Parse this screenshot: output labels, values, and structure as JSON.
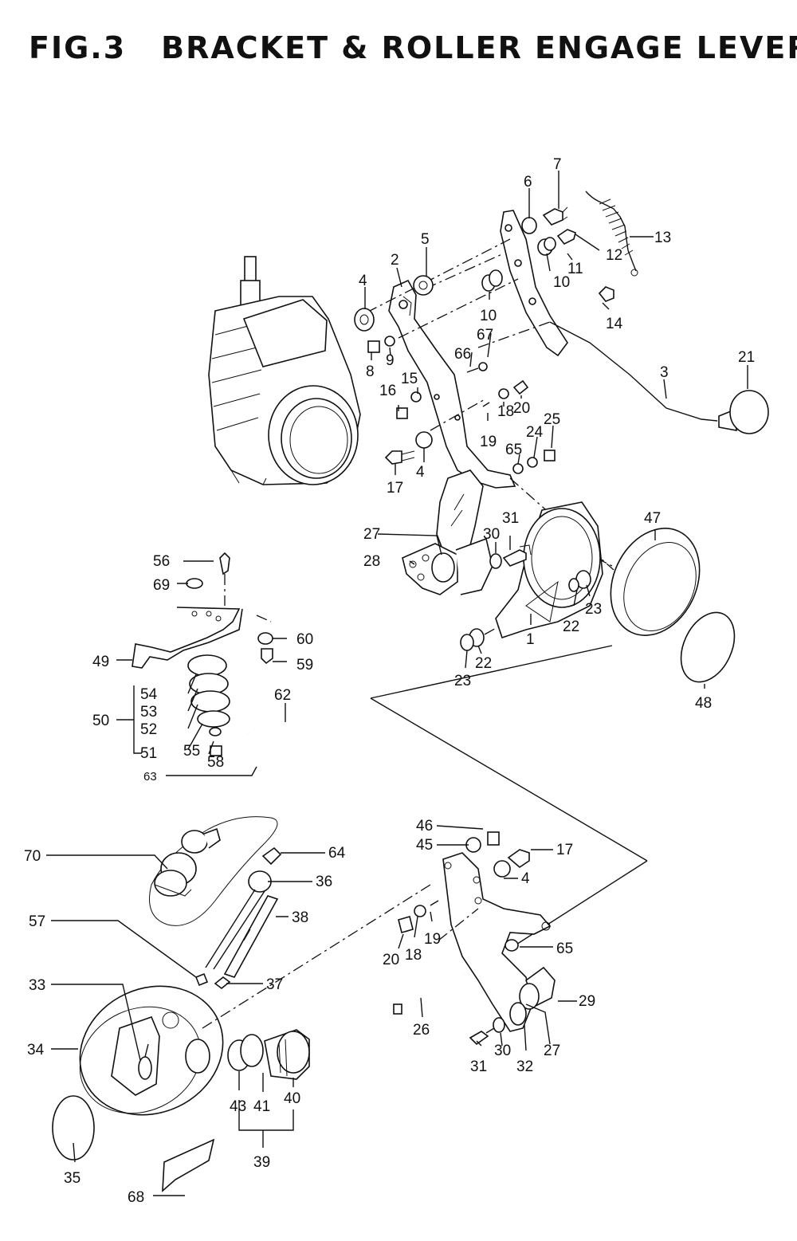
{
  "title": {
    "fig": "FIG.3",
    "name": "BRACKET & ROLLER ENGAGE LEVER"
  },
  "callouts": [
    {
      "id": "c7",
      "text": "7"
    },
    {
      "id": "c6",
      "text": "6"
    },
    {
      "id": "c13",
      "text": "13"
    },
    {
      "id": "c12",
      "text": "12"
    },
    {
      "id": "c11",
      "text": "11"
    },
    {
      "id": "c10a",
      "text": "10"
    },
    {
      "id": "c5",
      "text": "5"
    },
    {
      "id": "c2",
      "text": "2"
    },
    {
      "id": "c4a",
      "text": "4"
    },
    {
      "id": "c10b",
      "text": "10"
    },
    {
      "id": "c14",
      "text": "14"
    },
    {
      "id": "c8",
      "text": "8"
    },
    {
      "id": "c9",
      "text": "9"
    },
    {
      "id": "c67",
      "text": "67"
    },
    {
      "id": "c66",
      "text": "66"
    },
    {
      "id": "c15",
      "text": "15"
    },
    {
      "id": "c16",
      "text": "16"
    },
    {
      "id": "c21",
      "text": "21"
    },
    {
      "id": "c3",
      "text": "3"
    },
    {
      "id": "c18a",
      "text": "18"
    },
    {
      "id": "c20a",
      "text": "20"
    },
    {
      "id": "c19a",
      "text": "19"
    },
    {
      "id": "c25",
      "text": "25"
    },
    {
      "id": "c24",
      "text": "24"
    },
    {
      "id": "c65a",
      "text": "65"
    },
    {
      "id": "c17a",
      "text": "17"
    },
    {
      "id": "c4b",
      "text": "4"
    },
    {
      "id": "c47",
      "text": "47"
    },
    {
      "id": "c27a",
      "text": "27"
    },
    {
      "id": "c31a",
      "text": "31"
    },
    {
      "id": "c28",
      "text": "28"
    },
    {
      "id": "c30a",
      "text": "30"
    },
    {
      "id": "c22a",
      "text": "22"
    },
    {
      "id": "c23a",
      "text": "23"
    },
    {
      "id": "c1",
      "text": "1"
    },
    {
      "id": "c22b",
      "text": "22"
    },
    {
      "id": "c23b",
      "text": "23"
    },
    {
      "id": "c48",
      "text": "48"
    },
    {
      "id": "c56",
      "text": "56"
    },
    {
      "id": "c69",
      "text": "69"
    },
    {
      "id": "c60",
      "text": "60"
    },
    {
      "id": "c49",
      "text": "49"
    },
    {
      "id": "c59",
      "text": "59"
    },
    {
      "id": "c54",
      "text": "54"
    },
    {
      "id": "c62",
      "text": "62"
    },
    {
      "id": "c53",
      "text": "53"
    },
    {
      "id": "c50",
      "text": "50"
    },
    {
      "id": "c52",
      "text": "52"
    },
    {
      "id": "c55",
      "text": "55"
    },
    {
      "id": "c51",
      "text": "51"
    },
    {
      "id": "c58",
      "text": "58"
    },
    {
      "id": "c63",
      "text": "63"
    },
    {
      "id": "c46",
      "text": "46"
    },
    {
      "id": "c45",
      "text": "45"
    },
    {
      "id": "c17b",
      "text": "17"
    },
    {
      "id": "c70",
      "text": "70"
    },
    {
      "id": "c64",
      "text": "64"
    },
    {
      "id": "c4c",
      "text": "4"
    },
    {
      "id": "c36",
      "text": "36"
    },
    {
      "id": "c57",
      "text": "57"
    },
    {
      "id": "c38",
      "text": "38"
    },
    {
      "id": "c19b",
      "text": "19"
    },
    {
      "id": "c20b",
      "text": "20"
    },
    {
      "id": "c18b",
      "text": "18"
    },
    {
      "id": "c65b",
      "text": "65"
    },
    {
      "id": "c33",
      "text": "33"
    },
    {
      "id": "c37",
      "text": "37"
    },
    {
      "id": "c29",
      "text": "29"
    },
    {
      "id": "c34",
      "text": "34"
    },
    {
      "id": "c26",
      "text": "26"
    },
    {
      "id": "c31b",
      "text": "31"
    },
    {
      "id": "c30b",
      "text": "30"
    },
    {
      "id": "c32",
      "text": "32"
    },
    {
      "id": "c27b",
      "text": "27"
    },
    {
      "id": "c43",
      "text": "43"
    },
    {
      "id": "c41",
      "text": "41"
    },
    {
      "id": "c40",
      "text": "40"
    },
    {
      "id": "c39",
      "text": "39"
    },
    {
      "id": "c35",
      "text": "35"
    },
    {
      "id": "c68",
      "text": "68"
    }
  ]
}
